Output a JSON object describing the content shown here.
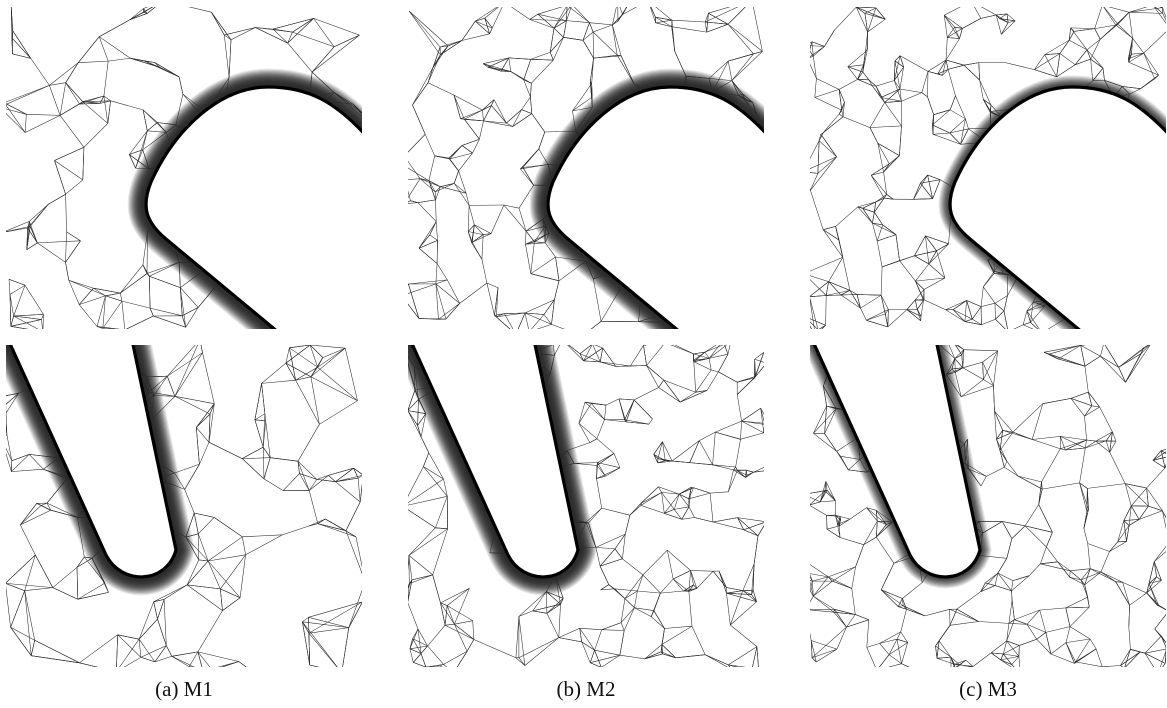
{
  "figure": {
    "columns": [
      {
        "caption": "(a) M1",
        "variant": "M1"
      },
      {
        "caption": "(b) M2",
        "variant": "M2"
      },
      {
        "caption": "(c) M3",
        "variant": "M3"
      }
    ]
  },
  "colors": {
    "mesh_line": "#2a2a2a",
    "wall": "#000000",
    "background": "#ffffff"
  }
}
